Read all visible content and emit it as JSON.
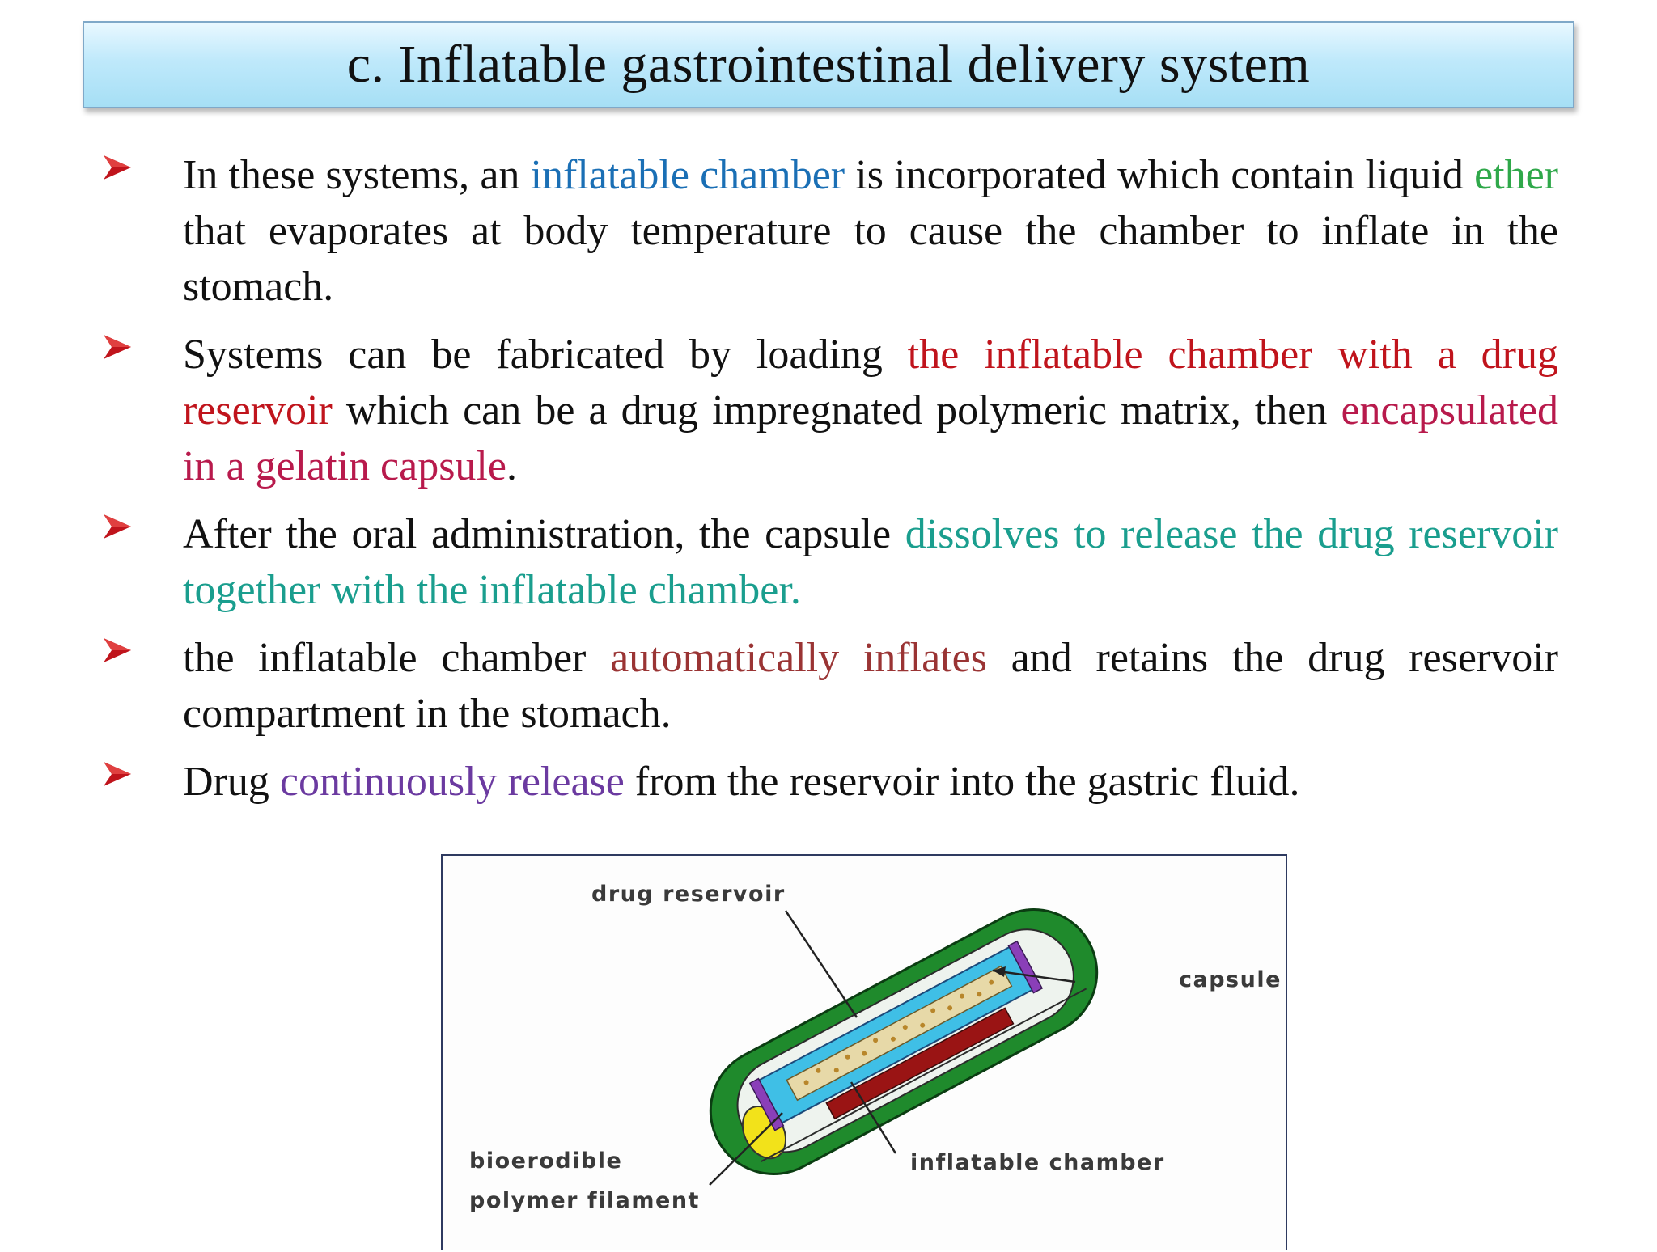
{
  "slide": {
    "title": "c. Inflatable gastrointestinal delivery system"
  },
  "colors": {
    "bullet_arrow": "#c0141c",
    "blue": "#1a6fb5",
    "green": "#2fa84a",
    "red": "#c0141c",
    "crimson": "#b81a4c",
    "teal": "#1a9e8e",
    "brown": "#9a3434",
    "purple": "#6b3aa0"
  },
  "bullets": [
    {
      "t1": "In these systems, an ",
      "t2": "inflatable chamber",
      "t3": " is incorporated which contain liquid ",
      "t4": "ether",
      "t5": " that evaporates at body temperature to cause the chamber to inflate in the stomach."
    },
    {
      "t1": "Systems can be fabricated by loading ",
      "t2": "the inflatable chamber with a drug reservoir",
      "t3": " which can be a drug impregnated polymeric matrix, then ",
      "t4": "encapsulated in a gelatin capsule",
      "t5": "."
    },
    {
      "t1": "After the oral administration, the capsule ",
      "t2": "dissolves to release the drug reservoir together with the inflatable chamber."
    },
    {
      "t1": "the inflatable chamber ",
      "t2": "automatically inflates",
      "t3": " and retains the drug reservoir compartment in the stomach."
    },
    {
      "t1": "Drug ",
      "t2": "continuously release",
      "t3": " from the reservoir into the gastric fluid."
    }
  ],
  "figure": {
    "label_drug_reservoir": "drug reservoir",
    "label_capsule": "capsule",
    "label_bioerodible": "bioerodible",
    "label_polymer_filament": "polymer filament",
    "label_inflatable_chamber": "inflatable chamber"
  }
}
